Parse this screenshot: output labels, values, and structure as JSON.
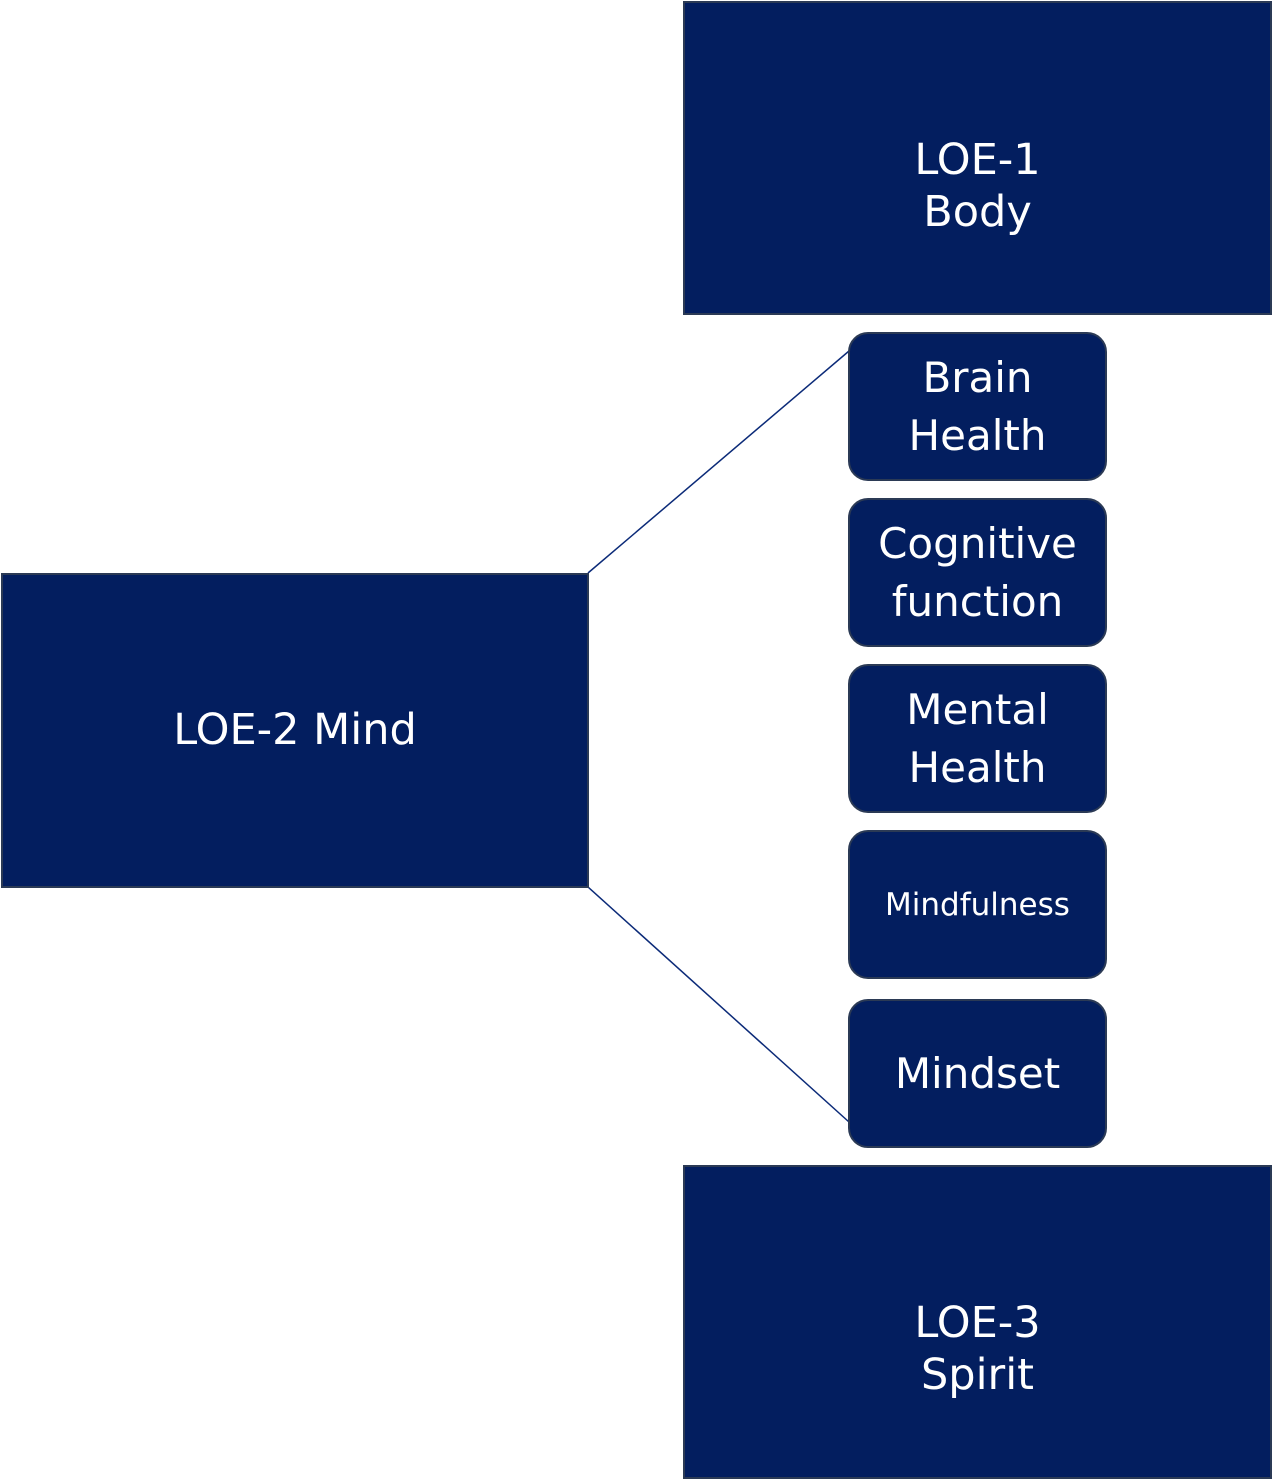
{
  "diagram": {
    "colors": {
      "box_fill": "#031e5f",
      "box_border": "#2b3a55",
      "text": "#ffffff",
      "connector": "#0b2a78",
      "background": "#ffffff"
    },
    "lines_of_effort": [
      {
        "label": "LOE-1 Body"
      },
      {
        "label": "LOE-2 Mind"
      },
      {
        "label": "LOE-3 Spirit"
      }
    ],
    "mind_components": [
      {
        "label": "Brain Health"
      },
      {
        "label": "Cognitive function"
      },
      {
        "label": "Mental Health"
      },
      {
        "label": "Mindfulness"
      },
      {
        "label": "Mindset"
      }
    ]
  }
}
